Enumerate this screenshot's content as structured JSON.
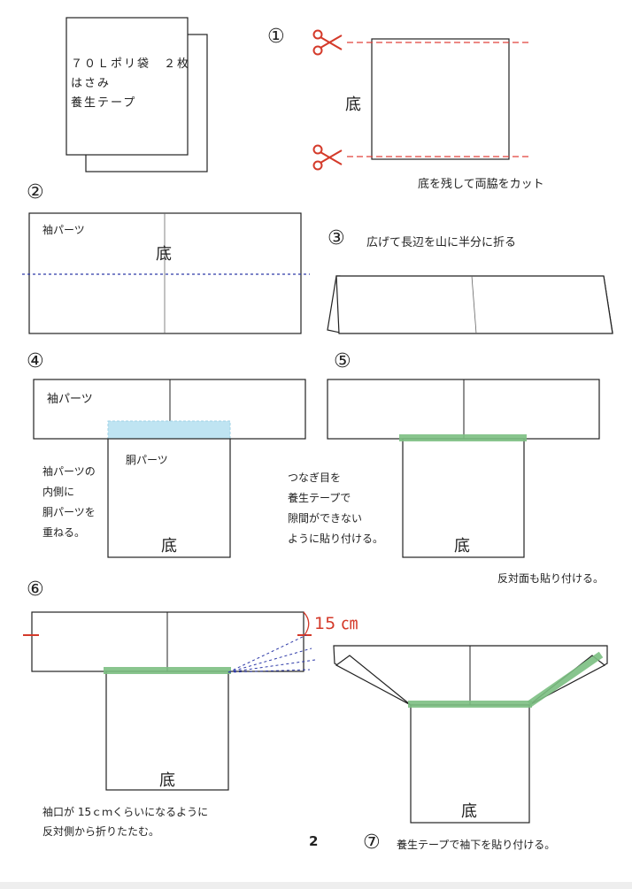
{
  "materials": [
    "７０Ｌポリ袋　２枚",
    "はさみ",
    "養生テープ"
  ],
  "steps": {
    "s1": {
      "num": "①",
      "bottom": "底",
      "caption": "底を残して両脇をカット"
    },
    "s2": {
      "num": "②",
      "sleeve_label": "袖パーツ",
      "bottom": "底"
    },
    "s3": {
      "num": "③",
      "caption": "広げて長辺を山に半分に折る"
    },
    "s4": {
      "num": "④",
      "sleeve_label": "袖パーツ",
      "body_label": "胴パーツ",
      "bottom": "底",
      "note": [
        "袖パーツの",
        "内側に",
        "胴パーツを",
        "重ねる。"
      ]
    },
    "s5": {
      "num": "⑤",
      "bottom": "底",
      "note": [
        "つなぎ目を",
        "養生テープで",
        "隙間ができない",
        "ように貼り付ける。"
      ],
      "caption": "反対面も貼り付ける。"
    },
    "s6": {
      "num": "⑥",
      "bottom": "底",
      "measure": "15 ㎝",
      "note": [
        "袖口が 15ｃｍくらいになるように",
        "反対側から折りたたむ。"
      ]
    },
    "s7": {
      "num": "⑦",
      "bottom": "底",
      "caption": "養生テープで袖下を貼り付ける。"
    }
  },
  "page_number": "2",
  "colors": {
    "tape": "#7cbf82",
    "cut_line": "#e0403a",
    "fold_line": "#2e3aa8",
    "overlap": "#bfe4f2",
    "scissors": "#d43a2a"
  },
  "icons": [
    "scissors-icon",
    "scissors-icon"
  ]
}
